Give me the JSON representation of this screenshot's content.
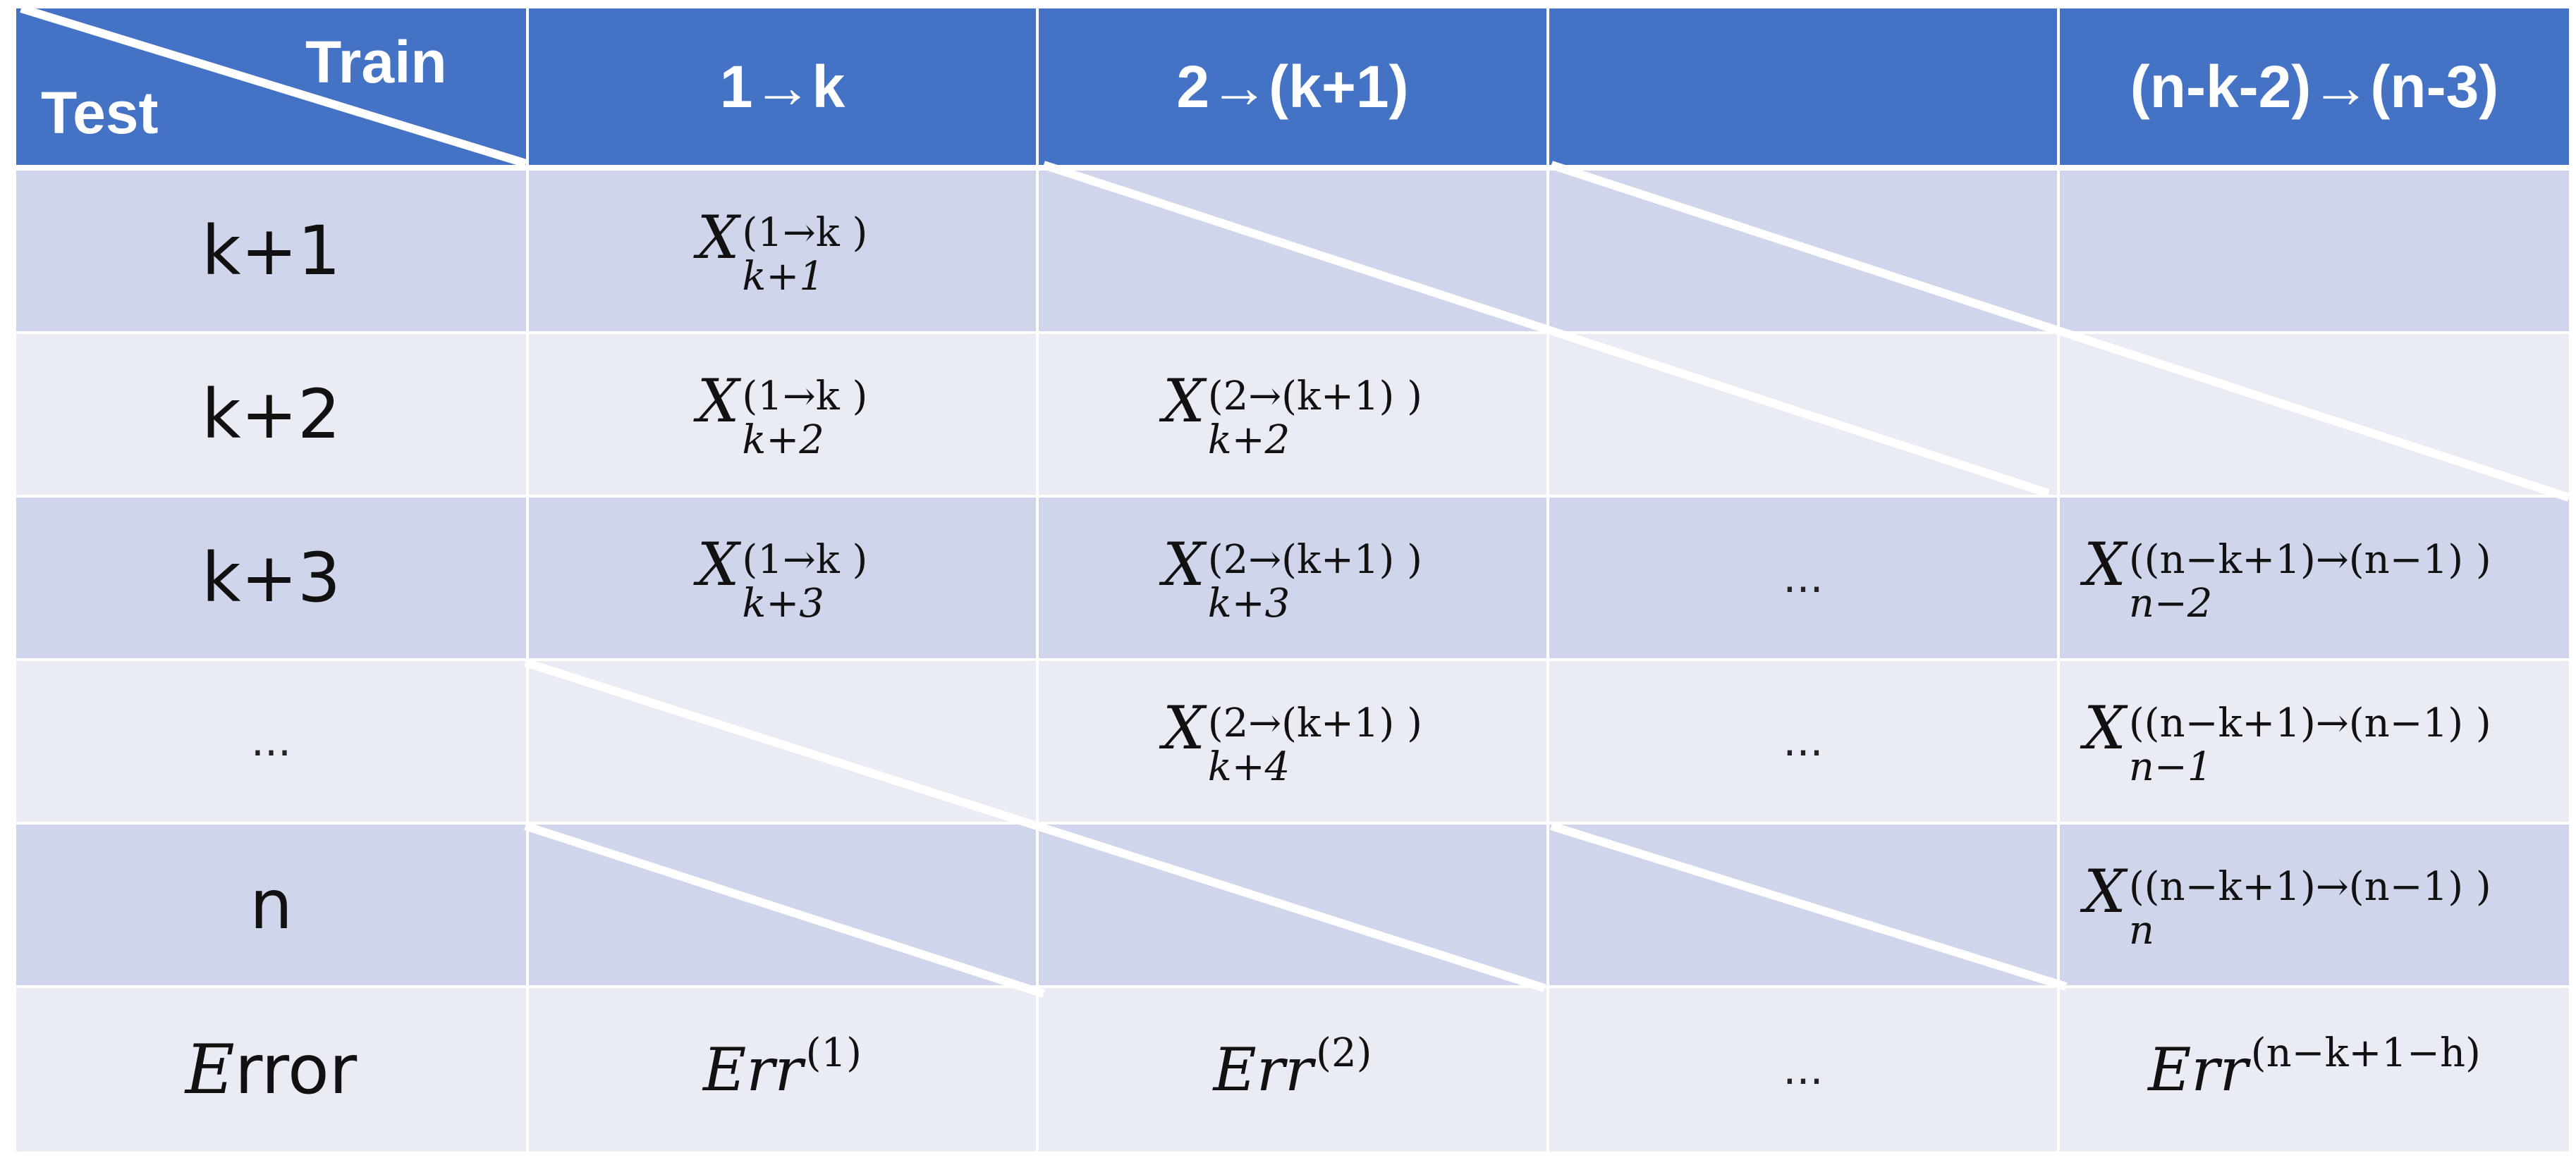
{
  "header": {
    "corner_train": "Train",
    "corner_test": "Test",
    "columns": [
      "1→k",
      "2→(k+1)",
      "",
      "(n-k-2)→(n-3)"
    ]
  },
  "rows": [
    {
      "label": "k+1"
    },
    {
      "label": "k+2"
    },
    {
      "label": "k+3"
    },
    {
      "label": "..."
    },
    {
      "label": "n"
    }
  ],
  "error_row": {
    "label_italic": "E",
    "label_rest": "rror",
    "cells": [
      {
        "base": "Err",
        "sup": "(1)"
      },
      {
        "base": "Err",
        "sup": "(2)"
      },
      {
        "text": "..."
      },
      {
        "base": "Err",
        "sup": "(n−k+1−h)"
      }
    ]
  },
  "cells": {
    "r1c1": {
      "base": "X",
      "sup": "(1→k )",
      "sub": "k+1"
    },
    "r2c1": {
      "base": "X",
      "sup": "(1→k )",
      "sub": "k+2"
    },
    "r2c2": {
      "base": "X",
      "sup": "(2→(k+1) )",
      "sub": "k+2"
    },
    "r3c1": {
      "base": "X",
      "sup": "(1→k )",
      "sub": "k+3"
    },
    "r3c2": {
      "base": "X",
      "sup": "(2→(k+1) )",
      "sub": "k+3"
    },
    "r3c3": {
      "text": "..."
    },
    "r3c4": {
      "base": "X",
      "sup": "((n−k+1)→(n−1) )",
      "sub": "n−2"
    },
    "r4c2": {
      "base": "X",
      "sup": "(2→(k+1) )",
      "sub": "k+4"
    },
    "r4c3": {
      "text": "..."
    },
    "r4c4": {
      "base": "X",
      "sup": "((n−k+1)→(n−1) )",
      "sub": "n−1"
    },
    "r5c4": {
      "base": "X",
      "sup": "((n−k+1)→(n−1) )",
      "sub": "n"
    }
  },
  "colors": {
    "header_bg": "#4472c4",
    "row_odd_bg": "#cfd5ea",
    "row_even_bg": "#e9ebf5",
    "grid_line": "#ffffff"
  }
}
